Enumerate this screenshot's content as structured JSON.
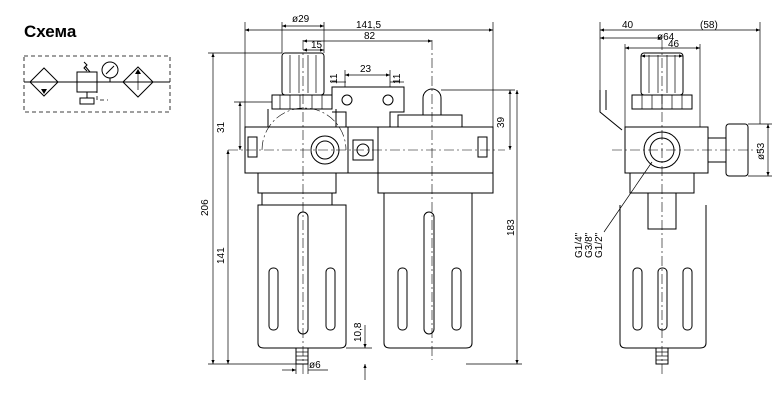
{
  "title": "Схема",
  "dimensions": {
    "d29": "ø29",
    "d141_5": "141,5",
    "d82": "82",
    "d15": "15",
    "d23": "23",
    "d11a": "11",
    "d11b": "11",
    "d31": "31",
    "d39": "39",
    "d206": "206",
    "d141": "141",
    "d183": "183",
    "d10_8": "10,8",
    "d6": "ø6",
    "d40": "40",
    "d58": "(58)",
    "d64": "ø64",
    "d46": "46",
    "d53": "ø53",
    "thread1": "G1/4\"",
    "thread2": "G3/8\"",
    "thread3": "G1/2\""
  }
}
